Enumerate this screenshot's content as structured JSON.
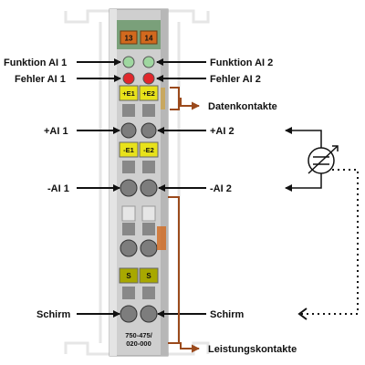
{
  "labels_left": {
    "funktion_ai1": "Funktion AI 1",
    "fehler_ai1": "Fehler AI 1",
    "plus_ai1": "+AI 1",
    "minus_ai1": "-AI 1",
    "schirm_left": "Schirm"
  },
  "labels_right": {
    "funktion_ai2": "Funktion AI 2",
    "fehler_ai2": "Fehler AI 2",
    "plus_ai2": "+AI 2",
    "minus_ai2": "-AI 2",
    "schirm_right": "Schirm"
  },
  "annotations": {
    "datenkontakte": "Datenkontakte",
    "leistungskontakte": "Leistungskontakte"
  },
  "module": {
    "terminal_13": "13",
    "terminal_14": "14",
    "e1_plus": "+E1",
    "e2_plus": "+E2",
    "e1_minus": "-E1",
    "e2_minus": "-E2",
    "s1": "S",
    "s2": "S",
    "part_no_line1": "750-475/",
    "part_no_line2": "020-000"
  },
  "colors": {
    "module_body": "#c8c8c8",
    "led_green": "#9fd7a0",
    "led_red": "#e0272b",
    "label_yellow": "#e8e21a",
    "label_olive": "#a8a800",
    "terminal_orange": "#d2691e",
    "contact_brown": "#9b4a1c"
  }
}
